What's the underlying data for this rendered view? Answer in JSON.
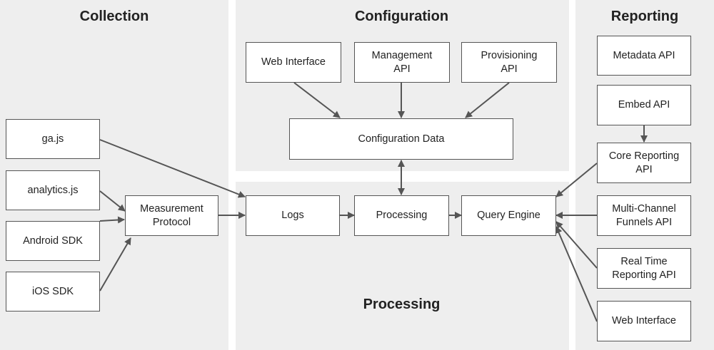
{
  "sections": {
    "collection": "Collection",
    "configuration": "Configuration",
    "reporting": "Reporting",
    "processing": "Processing"
  },
  "nodes": {
    "ga_js": "ga.js",
    "analytics_js": "analytics.js",
    "android_sdk": "Android SDK",
    "ios_sdk": "iOS SDK",
    "measurement_protocol": "Measurement\nProtocol",
    "web_interface_config": "Web Interface",
    "management_api": "Management\nAPI",
    "provisioning_api": "Provisioning\nAPI",
    "configuration_data": "Configuration Data",
    "logs": "Logs",
    "processing": "Processing",
    "query_engine": "Query Engine",
    "metadata_api": "Metadata API",
    "embed_api": "Embed API",
    "core_reporting_api": "Core Reporting\nAPI",
    "multi_channel_funnels_api": "Multi-Channel\nFunnels API",
    "real_time_reporting_api": "Real Time\nReporting API",
    "web_interface_reporting": "Web Interface"
  },
  "colors": {
    "panel": "#eeeeee",
    "box_border": "#555555",
    "arrow": "#555555"
  }
}
